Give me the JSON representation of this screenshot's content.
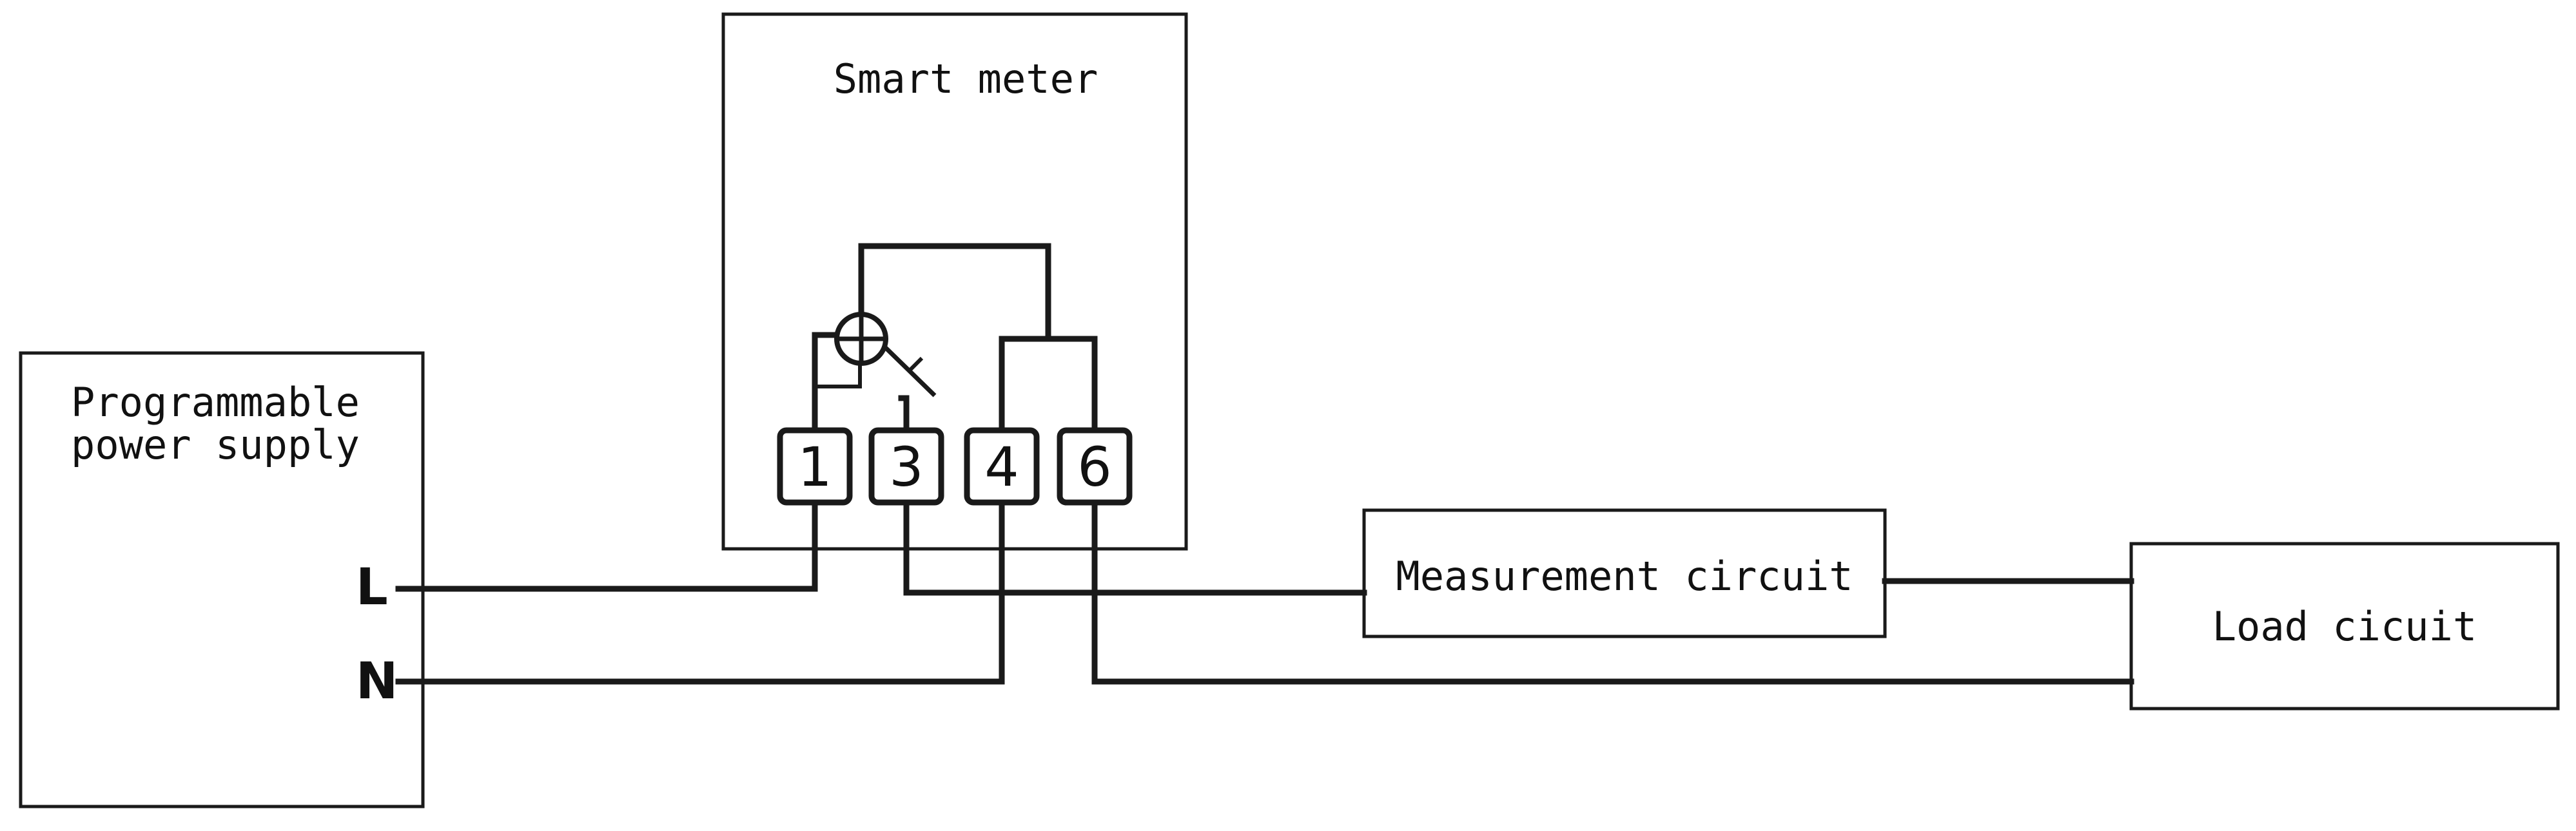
{
  "blocks": {
    "power_supply": {
      "line1": "Programmable",
      "line2": "power supply"
    },
    "smart_meter": {
      "title": "Smart meter"
    },
    "measurement_circuit": {
      "label": "Measurement circuit"
    },
    "load_circuit": {
      "label": "Load cicuit"
    }
  },
  "pins": {
    "line": "L",
    "neutral": "N"
  },
  "terminals": [
    "1",
    "3",
    "4",
    "6"
  ]
}
